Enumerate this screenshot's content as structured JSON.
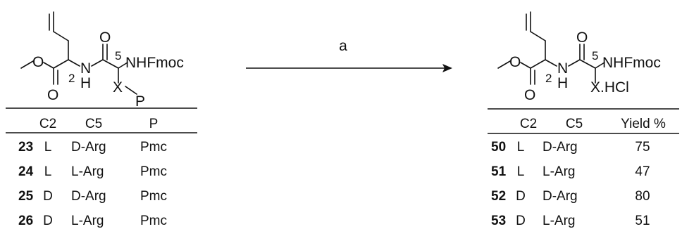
{
  "reaction": {
    "arrow_label": "a"
  },
  "left_structure": {
    "o_ester": "O",
    "o_carbonyl": "O",
    "nh_n": "N",
    "nh_h": "H",
    "o_amide": "O",
    "locant_c2": "2",
    "locant_c5": "5",
    "amine_label": "NHFmoc",
    "x_label": "X",
    "p_label": "P"
  },
  "right_structure": {
    "o_ester": "O",
    "o_carbonyl": "O",
    "nh_n": "N",
    "nh_h": "H",
    "o_amide": "O",
    "locant_c2": "2",
    "locant_c5": "5",
    "amine_label": "NHFmoc",
    "x_label": "X.HCl"
  },
  "left_table": {
    "headers": [
      "C2",
      "C5",
      "P"
    ],
    "rows": [
      {
        "id": "23",
        "c2": "L",
        "c5": "D-Arg",
        "p": "Pmc"
      },
      {
        "id": "24",
        "c2": "L",
        "c5": "L-Arg",
        "p": "Pmc"
      },
      {
        "id": "25",
        "c2": "D",
        "c5": "D-Arg",
        "p": "Pmc"
      },
      {
        "id": "26",
        "c2": "D",
        "c5": "L-Arg",
        "p": "Pmc"
      }
    ]
  },
  "right_table": {
    "headers": [
      "C2",
      "C5",
      "Yield %"
    ],
    "rows": [
      {
        "id": "50",
        "c2": "L",
        "c5": "D-Arg",
        "yield": "75"
      },
      {
        "id": "51",
        "c2": "L",
        "c5": "L-Arg",
        "yield": "47"
      },
      {
        "id": "52",
        "c2": "D",
        "c5": "D-Arg",
        "yield": "80"
      },
      {
        "id": "53",
        "c2": "D",
        "c5": "L-Arg",
        "yield": "51"
      }
    ]
  }
}
